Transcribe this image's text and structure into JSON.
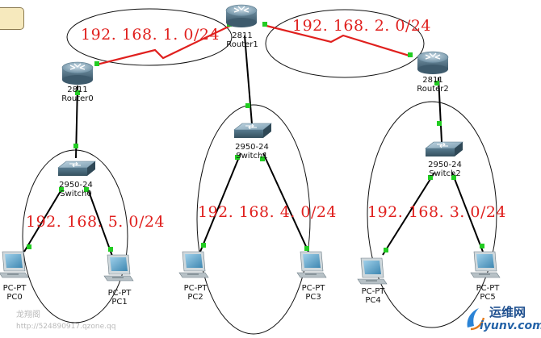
{
  "devices": {
    "router0": {
      "model": "2811",
      "name": "Router0"
    },
    "router1": {
      "model": "2811",
      "name": "Router1"
    },
    "router2": {
      "model": "2811",
      "name": "Router2"
    },
    "switch0": {
      "model": "2950-24",
      "name": "Switch0"
    },
    "switch1": {
      "model": "2950-24",
      "name": "Switch1"
    },
    "switch2": {
      "model": "2950-24",
      "name": "Switch2"
    },
    "pc0": {
      "model": "PC-PT",
      "name": "PC0"
    },
    "pc1": {
      "model": "PC-PT",
      "name": "PC1"
    },
    "pc2": {
      "model": "PC-PT",
      "name": "PC2"
    },
    "pc3": {
      "model": "PC-PT",
      "name": "PC3"
    },
    "pc4": {
      "model": "PC-PT",
      "name": "PC4"
    },
    "pc5": {
      "model": "PC-PT",
      "name": "PC5"
    }
  },
  "networks": {
    "net1": "192. 168. 1. 0/24",
    "net2": "192. 168. 2. 0/24",
    "net3": "192. 168. 3. 0/24",
    "net4": "192. 168. 4. 0/24",
    "net5": "192. 168. 5. 0/24"
  },
  "watermark": {
    "line1": "龙翔阁",
    "line2": "http://524890917.qzone.qq"
  },
  "brand": {
    "cn": "运维网",
    "en": "iyunv.com"
  },
  "colors": {
    "serial_link": "#e0201e",
    "ethernet_link": "#000000",
    "port_dot": "#22cc22",
    "network_label": "#e0201e"
  }
}
